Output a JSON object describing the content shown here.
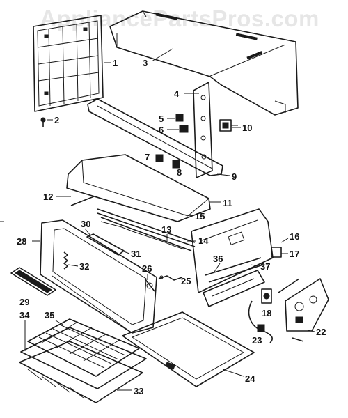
{
  "watermark": "AppliancePartsPros.com",
  "labels": {
    "l1": "1",
    "l2": "2",
    "l3": "3",
    "l4": "4",
    "l5": "5",
    "l6": "6",
    "l7": "7",
    "l8": "8",
    "l9": "9",
    "l10": "10",
    "l11": "11",
    "l12": "12",
    "l13": "13",
    "l14": "14",
    "l15": "15",
    "l16": "16",
    "l17": "17",
    "l18": "18",
    "l22": "22",
    "l23": "23",
    "l24": "24",
    "l25": "25",
    "l26": "26",
    "l28": "28",
    "l29": "29",
    "l30": "30",
    "l31": "31",
    "l32": "32",
    "l33": "33",
    "l34": "34",
    "l35": "35",
    "l36": "36",
    "l37": "37"
  }
}
